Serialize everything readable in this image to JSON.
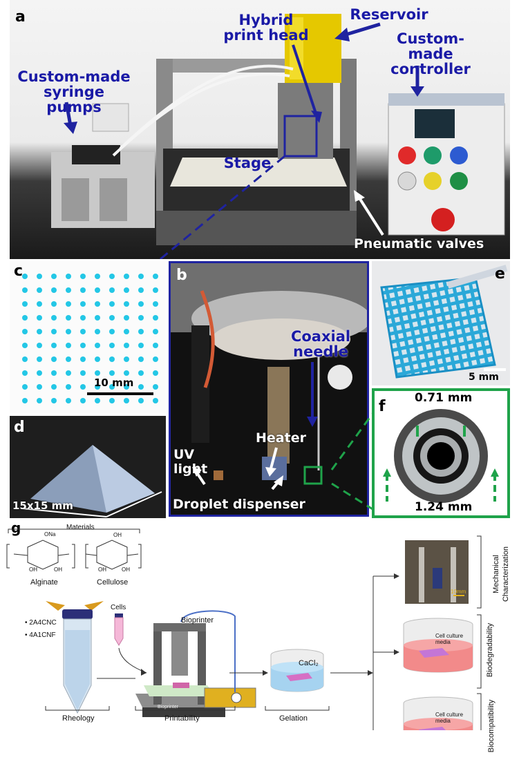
{
  "panels": {
    "a": "a",
    "b": "b",
    "c": "c",
    "d": "d",
    "e": "e",
    "f": "f",
    "g": "g"
  },
  "panel_a": {
    "hybrid_print_head": [
      "Hybrid",
      "print head"
    ],
    "reservoir": "Reservoir",
    "controller": [
      "Custom-made",
      "controller"
    ],
    "syringe_pumps": [
      "Custom-made",
      "syringe pumps"
    ],
    "stage": "Stage",
    "valves": "Pneumatic valves"
  },
  "panel_b": {
    "coaxial_needle": [
      "Coaxial",
      "needle"
    ],
    "uv_light": [
      "UV",
      "light"
    ],
    "heater": "Heater",
    "droplet_dispenser": "Droplet dispenser"
  },
  "panel_c": {
    "scale": "10 mm"
  },
  "panel_d": {
    "size": "15x15 mm"
  },
  "panel_e": {
    "scale": "5 mm"
  },
  "panel_f": {
    "inner": "0.71 mm",
    "outer": "1.24 mm"
  },
  "panel_g": {
    "materials": "Materials",
    "alginate": "Alginate",
    "cellulose": "Cellulose",
    "bullet1": "2A4CNC",
    "bullet2": "4A1CNF",
    "cells": "Cells",
    "bioprinter": "Bioprinter",
    "cacl2": "CaCl₂",
    "rheology": "Rheology",
    "printability": "Printability",
    "gelation": "Gelation",
    "mechanical": [
      "Mechanical",
      "Characterization"
    ],
    "biodegradability": "Biodegradability",
    "biocompatibility": "Biocompatibility",
    "cell_media_1": [
      "Cell culture",
      "media"
    ],
    "cell_media_2": [
      "Cell culture",
      "media"
    ],
    "mech_scale": "10mm",
    "printer_brand": "Bioprinter",
    "oh1": "ONa",
    "oh2": "OH",
    "oh3": "OH",
    "oh4": "OH",
    "oh5": "OH",
    "oh6": "OH"
  },
  "colors": {
    "label_blue": "#1a1aa6",
    "frame_blue": "#1f23a0",
    "green": "#1fa34a",
    "cyan": "#23c7e6"
  }
}
